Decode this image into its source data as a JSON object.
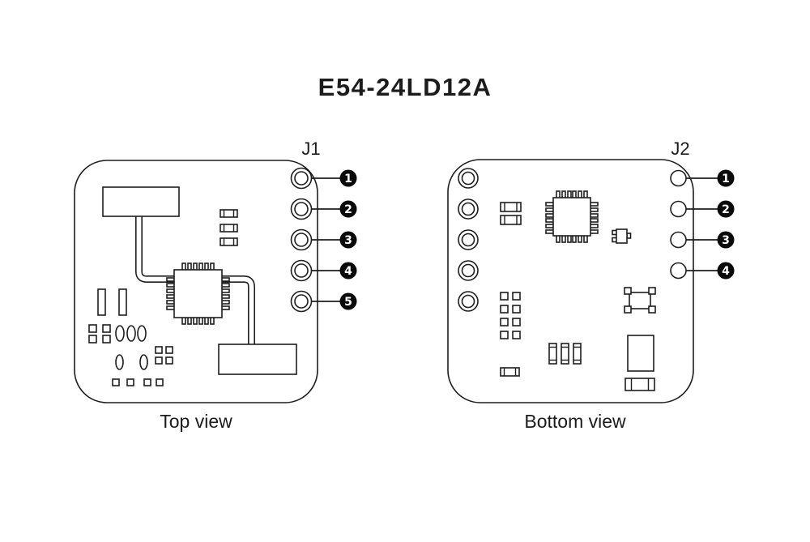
{
  "title": "E54-24LD12A",
  "top_view": {
    "connector_label": "J1",
    "caption": "Top view",
    "pins": [
      "1",
      "2",
      "3",
      "4",
      "5"
    ]
  },
  "bottom_view": {
    "connector_label": "J2",
    "caption": "Bottom view",
    "pins": [
      "1",
      "2",
      "3",
      "4"
    ]
  },
  "colors": {
    "line": "#1e1e1e",
    "background": "#ffffff",
    "badge_fill": "#0a0a0a",
    "badge_text": "#ffffff"
  }
}
